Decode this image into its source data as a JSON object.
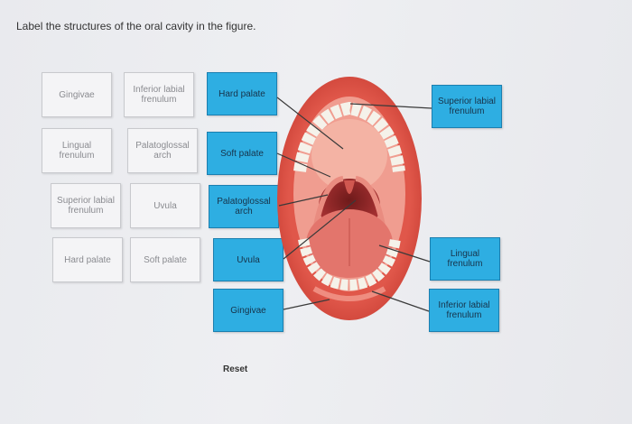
{
  "instruction": "Label the structures of the oral cavity in the figure.",
  "bank": [
    "Gingivae",
    "Inferior labial frenulum",
    "Lingual frenulum",
    "Palatoglossal arch",
    "Superior labial frenulum",
    "Uvula",
    "Hard palate",
    "Soft palate"
  ],
  "targets": [
    "Hard palate",
    "Soft palate",
    "Palatoglossal arch",
    "Uvula",
    "Gingivae",
    "Superior labial frenulum",
    "Lingual frenulum",
    "Inferior labial frenulum"
  ],
  "reset_label": "Reset",
  "colors": {
    "target_fill": "#2eaee2",
    "target_border": "#1b7fb0",
    "bank_fill": "#f4f4f6",
    "lip_red": "#d9483b",
    "tongue": "#e3756c"
  }
}
